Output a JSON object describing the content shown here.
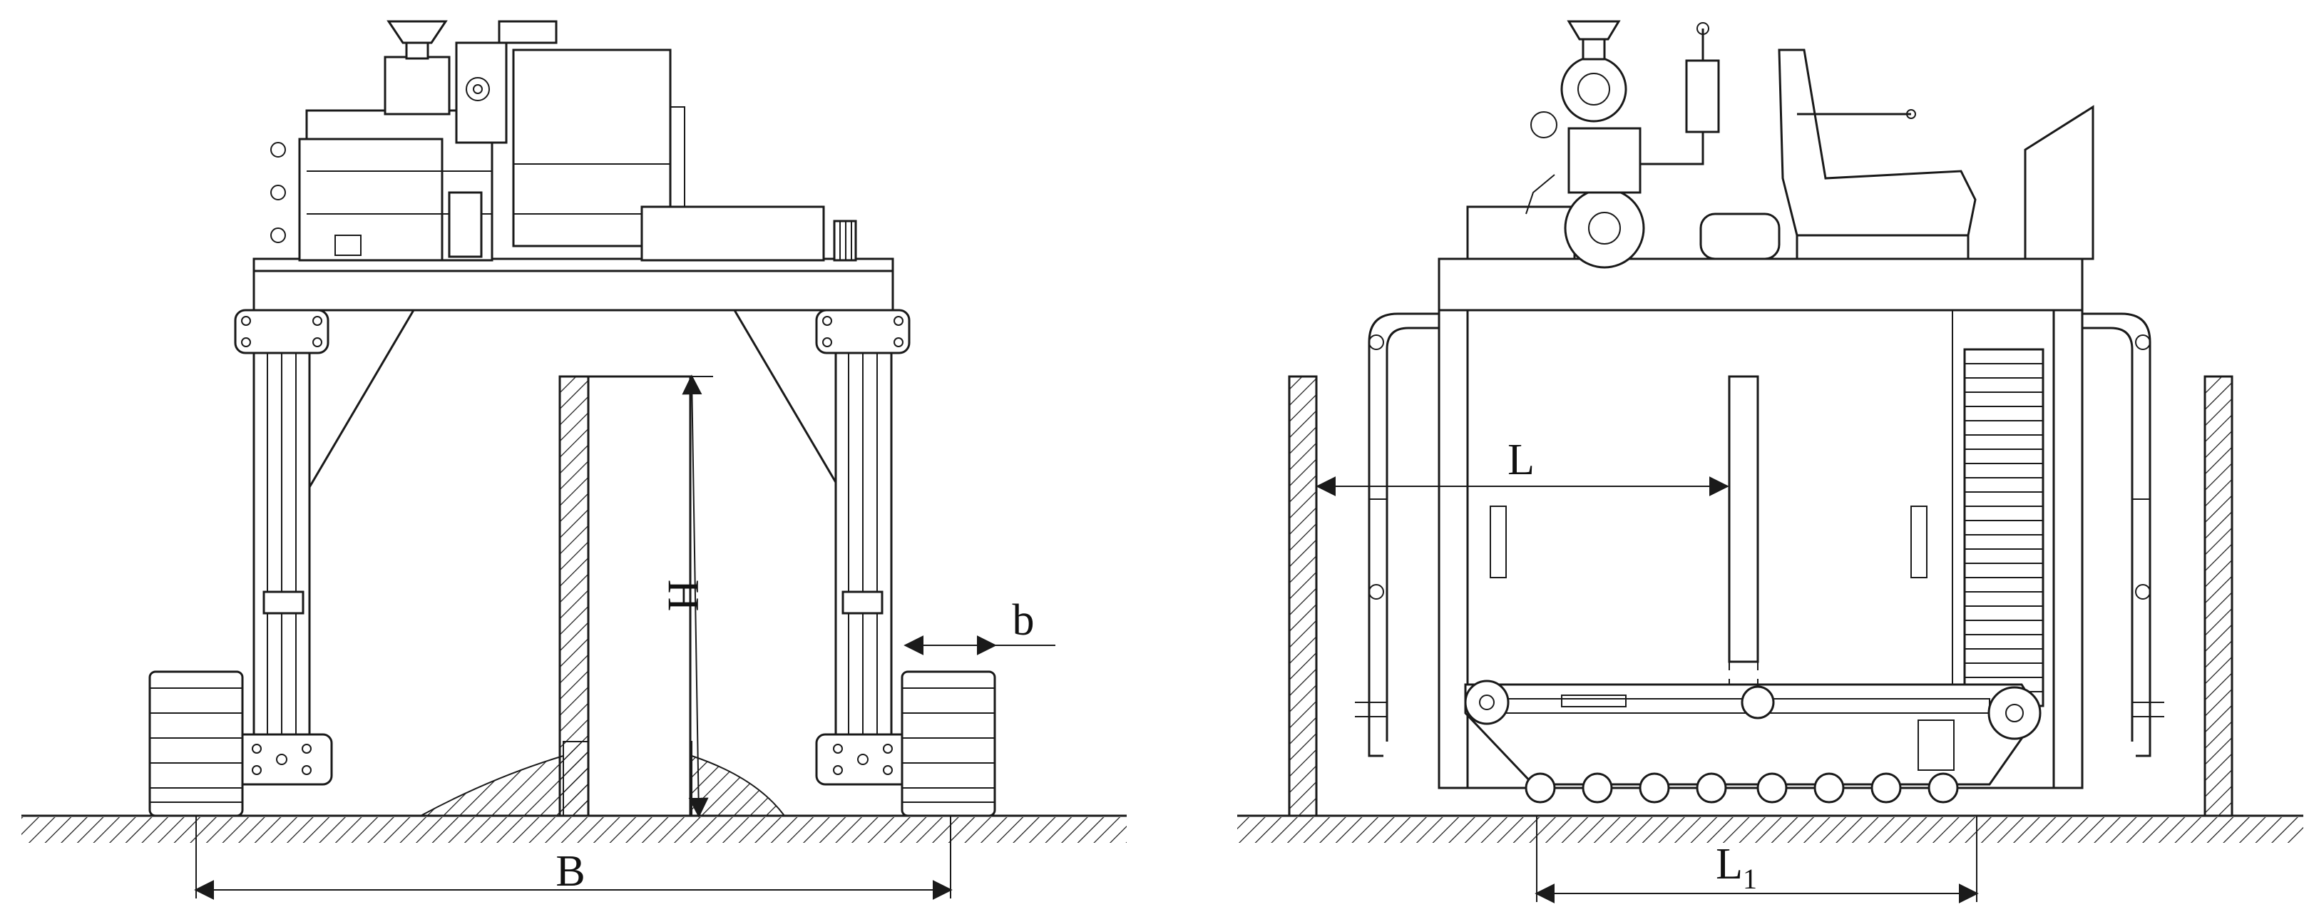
{
  "diagram": {
    "front_view": {
      "dimension_labels": {
        "height": "H",
        "width": "B",
        "track_width": "b"
      }
    },
    "side_view": {
      "dimension_labels": {
        "offset": "L",
        "track_length_main": "L",
        "track_length_sub": "1"
      }
    }
  },
  "colors": {
    "line": "#1a1a1a",
    "background": "#ffffff"
  }
}
